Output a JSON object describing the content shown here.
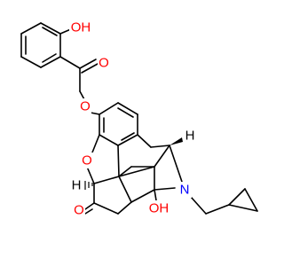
{
  "colors": {
    "bond": "#000000",
    "oxygen": "#ff0000",
    "nitrogen": "#0000ff",
    "carbon_label": "#000000",
    "background": "#ffffff"
  },
  "atoms": {
    "hydroxyl_top": "OH",
    "carbonyl_oxygen_ester": "O",
    "ester_oxygen": "O",
    "ring_oxygen": "O",
    "ketone_oxygen": "O",
    "hydroxyl_bridge": "OH",
    "nitrogen": "N",
    "hydrogen_left": "H",
    "hydrogen_right": "H"
  }
}
